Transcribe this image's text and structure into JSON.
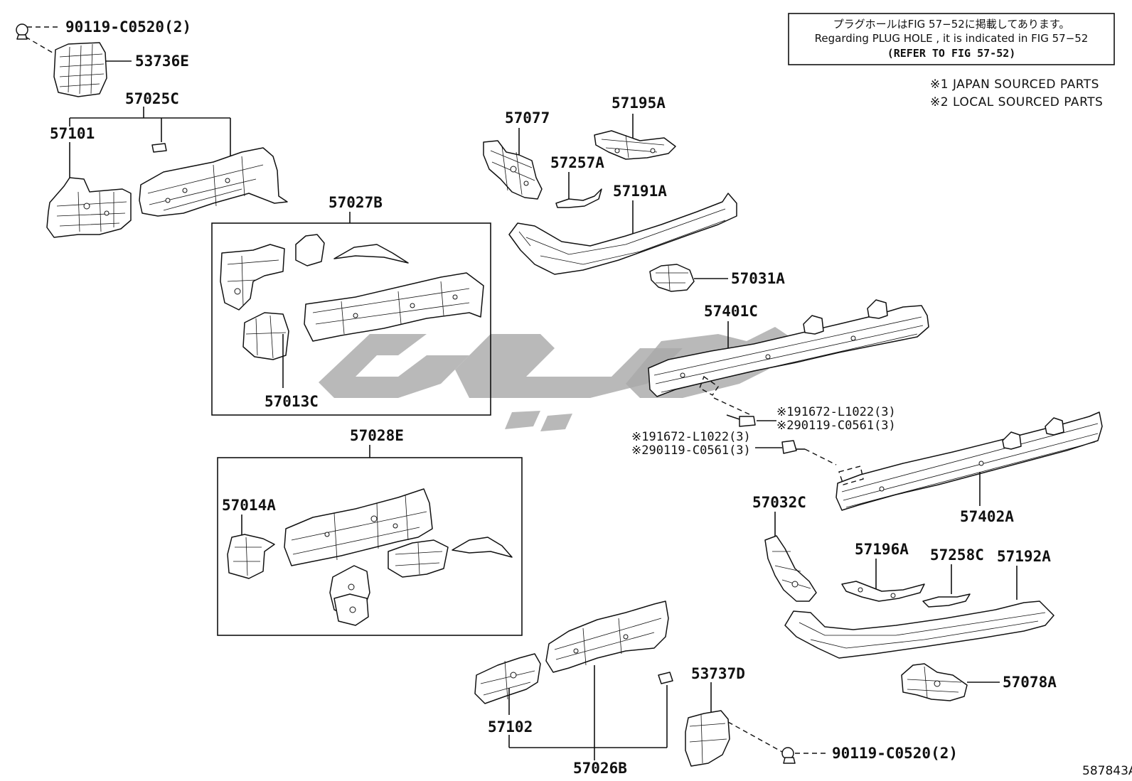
{
  "note": {
    "line1": "プラグホールはFIG 57−52に掲載してあります。",
    "line2": "Regarding  PLUG  HOLE , it is indicated in FIG  57−52",
    "line3": "(REFER TO FIG 57-52)"
  },
  "legend": {
    "japan": "※1 JAPAN SOURCED PARTS",
    "local": "※2 LOCAL SOURCED PARTS"
  },
  "figure_id": "587843A",
  "labels": {
    "bolt_top": "90119-C0520(2)",
    "p53736E": "53736E",
    "p57025C": "57025C",
    "p57101": "57101",
    "p57027B": "57027B",
    "p57013C": "57013C",
    "p57028E": "57028E",
    "p57014A": "57014A",
    "p57077": "57077",
    "p57195A": "57195A",
    "p57257A": "57257A",
    "p57191A": "57191A",
    "p57031A": "57031A",
    "p57401C": "57401C",
    "bolt_r1_a": "※191672-L1022(3)",
    "bolt_r1_b": "※290119-C0561(3)",
    "bolt_r2_a": "※191672-L1022(3)",
    "bolt_r2_b": "※290119-C0561(3)",
    "p57402A": "57402A",
    "p57032C": "57032C",
    "p57196A": "57196A",
    "p57258C": "57258C",
    "p57192A": "57192A",
    "p57078A": "57078A",
    "p53737D": "53737D",
    "p57102": "57102",
    "p57026B": "57026B",
    "bolt_bottom": "90119-C0520(2)"
  }
}
